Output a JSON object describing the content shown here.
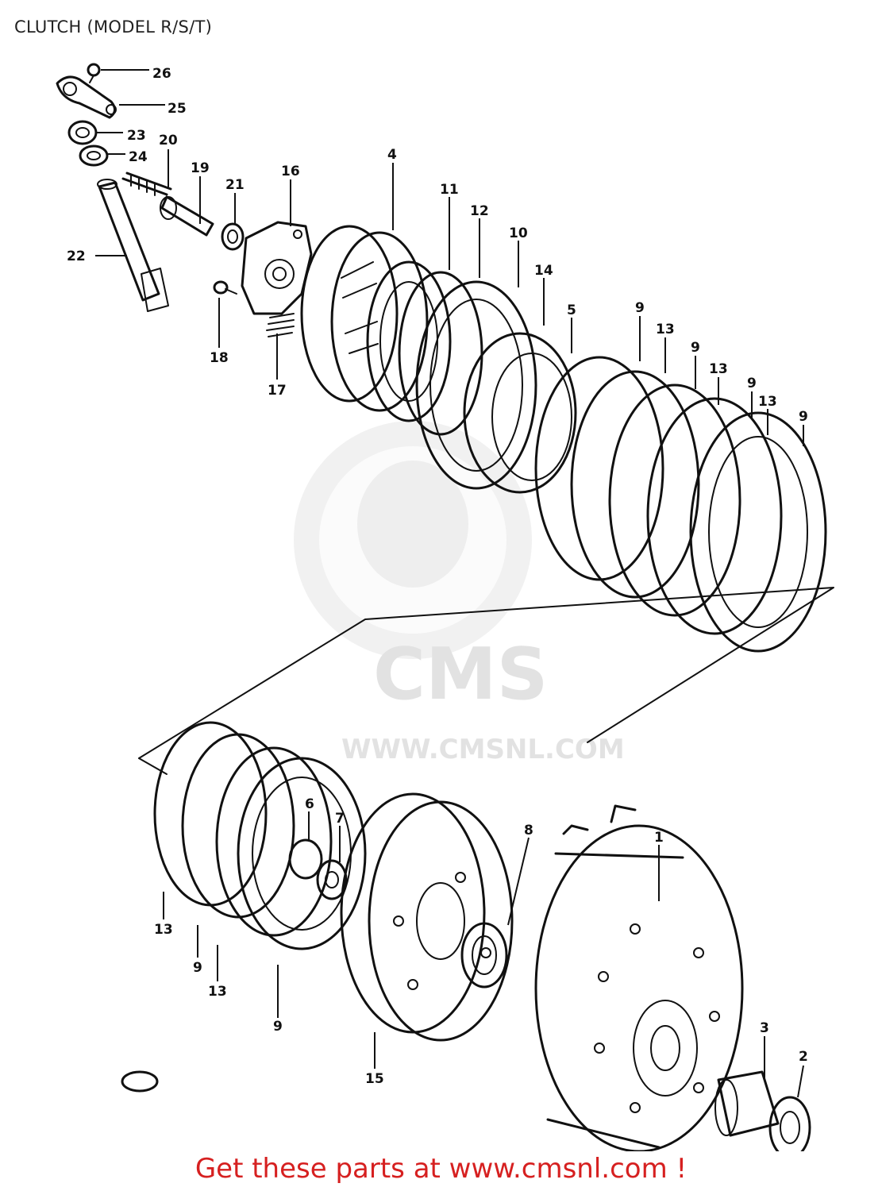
{
  "title": "CLUTCH (MODEL R/S/T)",
  "watermark": {
    "brand": "CMS",
    "url": "WWW.CMSNL.COM"
  },
  "footer": "Get these parts at www.cmsnl.com !",
  "callouts": [
    {
      "id": "c26",
      "label": "26"
    },
    {
      "id": "c25",
      "label": "25"
    },
    {
      "id": "c23",
      "label": "23"
    },
    {
      "id": "c24",
      "label": "24"
    },
    {
      "id": "c20",
      "label": "20"
    },
    {
      "id": "c19",
      "label": "19"
    },
    {
      "id": "c21",
      "label": "21"
    },
    {
      "id": "c16",
      "label": "16"
    },
    {
      "id": "c4",
      "label": "4"
    },
    {
      "id": "c11",
      "label": "11"
    },
    {
      "id": "c12",
      "label": "12"
    },
    {
      "id": "c10",
      "label": "10"
    },
    {
      "id": "c14",
      "label": "14"
    },
    {
      "id": "c5",
      "label": "5"
    },
    {
      "id": "c9a",
      "label": "9"
    },
    {
      "id": "c13a",
      "label": "13"
    },
    {
      "id": "c9b",
      "label": "9"
    },
    {
      "id": "c13b",
      "label": "13"
    },
    {
      "id": "c9c",
      "label": "9"
    },
    {
      "id": "c13c",
      "label": "13"
    },
    {
      "id": "c9d",
      "label": "9"
    },
    {
      "id": "c22",
      "label": "22"
    },
    {
      "id": "c18",
      "label": "18"
    },
    {
      "id": "c17",
      "label": "17"
    },
    {
      "id": "c6",
      "label": "6"
    },
    {
      "id": "c7",
      "label": "7"
    },
    {
      "id": "c8",
      "label": "8"
    },
    {
      "id": "c1",
      "label": "1"
    },
    {
      "id": "c13d",
      "label": "13"
    },
    {
      "id": "c9e",
      "label": "9"
    },
    {
      "id": "c13e",
      "label": "13"
    },
    {
      "id": "c9f",
      "label": "9"
    },
    {
      "id": "c15",
      "label": "15"
    },
    {
      "id": "c3",
      "label": "3"
    },
    {
      "id": "c2",
      "label": "2"
    }
  ]
}
